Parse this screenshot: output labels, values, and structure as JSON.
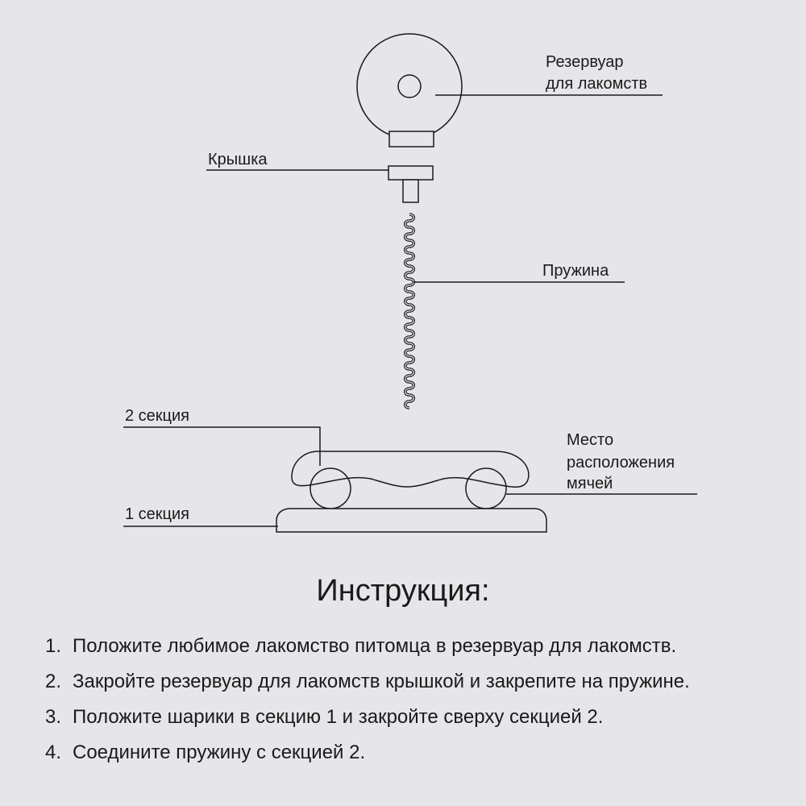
{
  "labels": {
    "reservoir_line1": "Резервуар",
    "reservoir_line2": "для лакомств",
    "lid": "Крышка",
    "spring": "Пружина",
    "section2": "2 секция",
    "balls_line1": "Место",
    "balls_line2": "расположения",
    "balls_line3": "мячей",
    "section1": "1 секция"
  },
  "instructions": {
    "title": "Инструкция:",
    "steps": [
      {
        "num": "1.",
        "text": "Положите любимое лакомство питомца в резервуар для лакомств."
      },
      {
        "num": "2.",
        "text": "Закройте резервуар для лакомств крышкой и закрепите на пружине."
      },
      {
        "num": "3.",
        "text": "Положите шарики в секцию 1 и закройте сверху секцией 2."
      },
      {
        "num": "4.",
        "text": "Соедините пружину с секцией 2."
      }
    ]
  },
  "colors": {
    "background": "#e6e6ea",
    "stroke": "#1a1a1a"
  }
}
